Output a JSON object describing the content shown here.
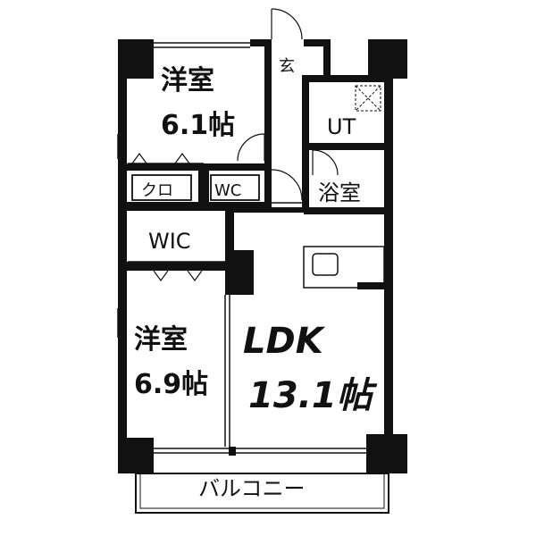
{
  "rooms": {
    "western_room_1": {
      "name": "洋室",
      "size": "6.1帖"
    },
    "western_room_2": {
      "name": "洋室",
      "size": "6.9帖"
    },
    "ldk": {
      "name": "LDK",
      "size": "13.1帖"
    },
    "entrance": "玄",
    "utility": "UT",
    "bathroom": "浴室",
    "toilet": "WC",
    "closet": "クロ",
    "walk_in_closet": "WIC",
    "balcony": "バルコニー"
  }
}
